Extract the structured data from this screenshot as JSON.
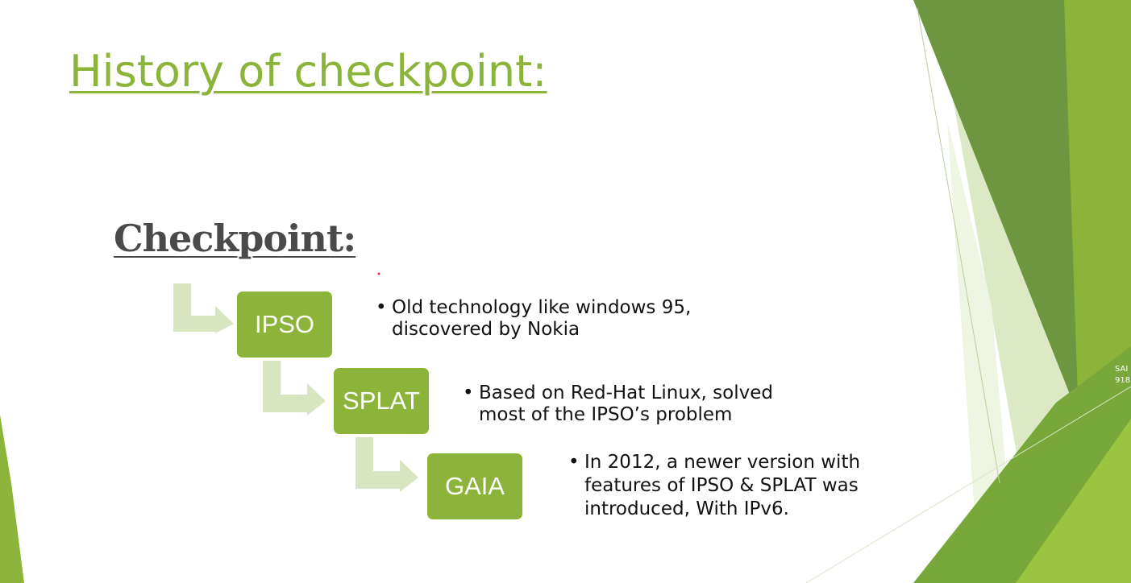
{
  "slide": {
    "title": "History of checkpoint:",
    "subheading": "Checkpoint:"
  },
  "steps": [
    {
      "label": "IPSO",
      "lines": [
        "Old technology like windows 95,",
        "discovered by Nokia"
      ]
    },
    {
      "label": "SPLAT",
      "lines": [
        "Based on Red-Hat Linux, solved",
        "most of the IPSO’s problem"
      ]
    },
    {
      "label": "GAIA",
      "lines": [
        "In 2012, a newer version with",
        "features of IPSO & SPLAT was",
        "introduced, With IPv6."
      ]
    }
  ],
  "side_text": {
    "line1": "SAI",
    "line2": "918"
  },
  "colors": {
    "accent_green": "#8cb43a",
    "arrow_green": "#d7e6c0",
    "heading_gray": "#4a4a4a"
  }
}
